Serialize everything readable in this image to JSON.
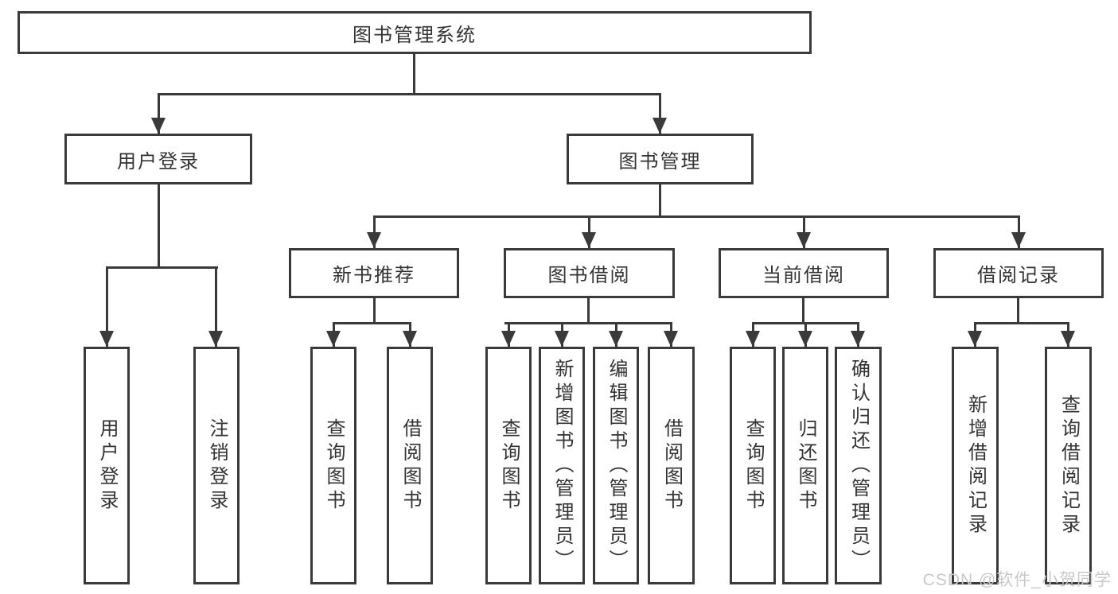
{
  "diagram": {
    "root": {
      "label": "图书管理系统"
    },
    "level2": [
      {
        "id": "user-login",
        "label": "用户登录"
      },
      {
        "id": "book-management",
        "label": "图书管理"
      }
    ],
    "level3": [
      {
        "id": "new-book-recommend",
        "label": "新书推荐"
      },
      {
        "id": "book-borrow",
        "label": "图书借阅"
      },
      {
        "id": "current-borrow",
        "label": "当前借阅"
      },
      {
        "id": "borrow-record",
        "label": "借阅记录"
      }
    ],
    "leaves": {
      "user_login": [
        "用户登录",
        "注销登录"
      ],
      "new_book_recommend": [
        "查询图书",
        "借阅图书"
      ],
      "book_borrow": [
        "查询图书",
        "新增图书（管理员）",
        "编辑图书（管理员）",
        "借阅图书"
      ],
      "current_borrow": [
        "查询图书",
        "归还图书",
        "确认归还（管理员）"
      ],
      "borrow_record": [
        "新增借阅记录",
        "查询借阅记录"
      ]
    }
  },
  "watermark": "CSDN @软件_小贺同学",
  "colors": {
    "line": "#3a3a3a",
    "box_background": "#ffffff",
    "text": "#333333",
    "watermark": "#c9c9c9"
  }
}
